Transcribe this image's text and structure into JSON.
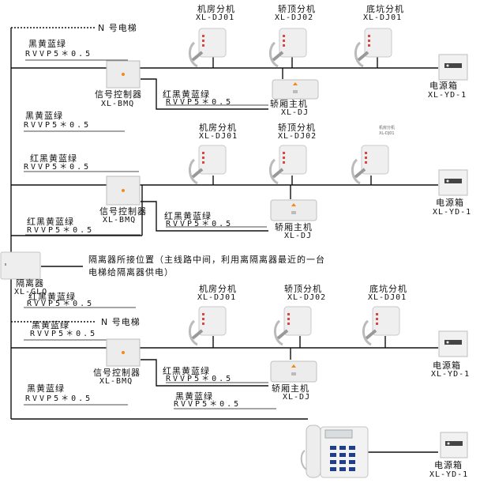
{
  "groups": [
    {
      "n_elevator": "N 号电梯",
      "main_cable": {
        "colors": "黑黄蓝绿",
        "spec": "RVVP5＊0.5"
      },
      "extensions": [
        {
          "name": "机房分机",
          "model": "XL-DJ01"
        },
        {
          "name": "轿顶分机",
          "model": "XL-DJ02"
        },
        {
          "name": "底坑分机",
          "model": "XL-DJ01"
        }
      ],
      "controller": {
        "name": "信号控制器",
        "model": "XL-BMQ"
      },
      "car_cable": {
        "colors": "红黑黄蓝绿",
        "spec": "RVVP5＊0.5"
      },
      "car_unit": {
        "name": "轿厢主机",
        "model": "XL-DJ"
      },
      "power_box": {
        "name": "电源箱",
        "model": "XL-YD-1"
      }
    },
    {
      "main_cable": {
        "colors": "黑黄蓝绿",
        "spec": "RVVP5＊0.5"
      },
      "input_cable": {
        "colors": "红黑黄蓝绿",
        "spec": "RVVP5＊0.5"
      },
      "extensions": [
        {
          "name": "机房分机",
          "model": "XL-DJ01"
        },
        {
          "name": "轿顶分机",
          "model": "XL-DJ02"
        },
        {
          "name": "机房分机",
          "model": "XL-DJ01"
        }
      ],
      "controller": {
        "name": "信号控制器",
        "model": "XL-BMQ"
      },
      "car_cable": {
        "colors": "红黑黄蓝绿",
        "spec": "RVVP5＊0.5"
      },
      "car_unit": {
        "name": "轿厢主机",
        "model": "XL-DJ"
      },
      "power_box": {
        "name": "电源箱",
        "model": "XL-YD-1"
      },
      "isolator_cable": {
        "colors": "红黑黄蓝绿",
        "spec": "RVVP5＊0.5"
      }
    },
    {
      "n_elevator": "N 号电梯",
      "main_cable": {
        "colors": "黑黄蓝绿",
        "spec": "RVVP5＊0.5"
      },
      "input_cable": {
        "colors": "红黑黄蓝绿",
        "spec": "RVVP5＊0.5"
      },
      "extensions": [
        {
          "name": "机房分机",
          "model": "XL-DJ01"
        },
        {
          "name": "轿顶分机",
          "model": "XL-DJ02"
        },
        {
          "name": "底坑分机",
          "model": "XL-DJ01"
        }
      ],
      "controller": {
        "name": "信号控制器",
        "model": "XL-BMQ"
      },
      "car_cable": {
        "colors": "红黑黄蓝绿",
        "spec": "RVVP5＊0.5"
      },
      "car_unit": {
        "name": "轿厢主机",
        "model": "XL-DJ"
      },
      "power_box": {
        "name": "电源箱",
        "model": "XL-YD-1"
      }
    }
  ],
  "isolator": {
    "name": "隔离器",
    "model": "XL-GLQ",
    "note": "隔离器所接位置（主线路中间，利用离隔离器最近的一台电梯给隔离器供电）"
  },
  "bottom": {
    "lower_cable": {
      "colors": "黑黄蓝绿",
      "spec": "RVVP5＊0.5"
    },
    "feed_cable": {
      "colors": "黑黄蓝绿",
      "spec": "RVVP5＊0.5"
    },
    "power_box": {
      "name": "电源箱",
      "model": "XL-YD-1"
    }
  },
  "colors": {
    "wire": "#111111",
    "device": "#e9e9e9",
    "led": "#f08a1c"
  }
}
